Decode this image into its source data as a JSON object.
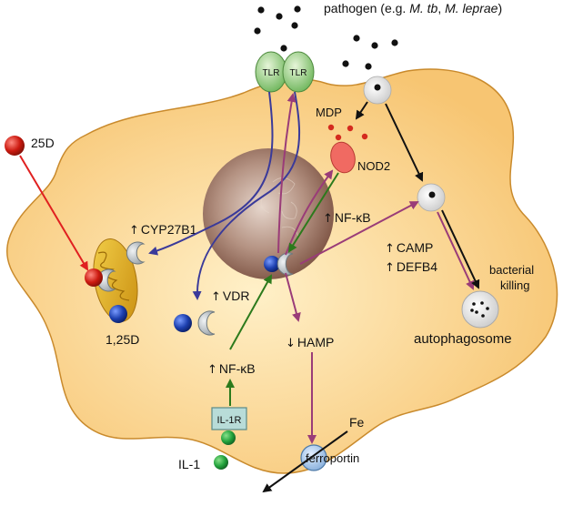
{
  "pathogen_label_prefix": "pathogen (e.g. ",
  "pathogen_label_mtb": "M. tb",
  "pathogen_label_sep": ", ",
  "pathogen_label_mleprae": "M. leprae",
  "pathogen_label_suffix": ")",
  "tlr_left": "TLR",
  "tlr_right": "TLR",
  "mdp": "MDP",
  "nod2": "NOD2",
  "d25": "25D",
  "cyp27b1": "CYP27B1",
  "nfkb_upper": "NF-κB",
  "vdr": "VDR",
  "d125": "1,25D",
  "camp": "CAMP",
  "defb4": "DEFB4",
  "bacterial_killing_line1": "bacterial",
  "bacterial_killing_line2": "killing",
  "autophagosome": "autophagosome",
  "hamp": "HAMP",
  "nfkb_lower": "NF-κB",
  "il1r": "IL-1R",
  "il1": "IL-1",
  "fe": "Fe",
  "ferroportin": "ferroportin",
  "up_arrow": "↑",
  "down_arrow": "↓",
  "colors": {
    "cell_fill": "#fcd89a",
    "cell_stroke": "#c98a2c",
    "nucleus": "#9c7560",
    "mitochondrion": "#e0b020",
    "tlr": "#8fc97a",
    "nod2": "#f06a62",
    "vdr": "#c4c9cc",
    "vitd_red": "#cc1a10",
    "vitd_blue": "#1c3fae",
    "il1_green": "#22a23c",
    "ferroportin": "#a8c8ea",
    "arrow_purple": "#9a3c78",
    "arrow_blue": "#3a3a9a",
    "arrow_green": "#2c7a1c",
    "arrow_red": "#e02020",
    "arrow_black": "#111111"
  }
}
